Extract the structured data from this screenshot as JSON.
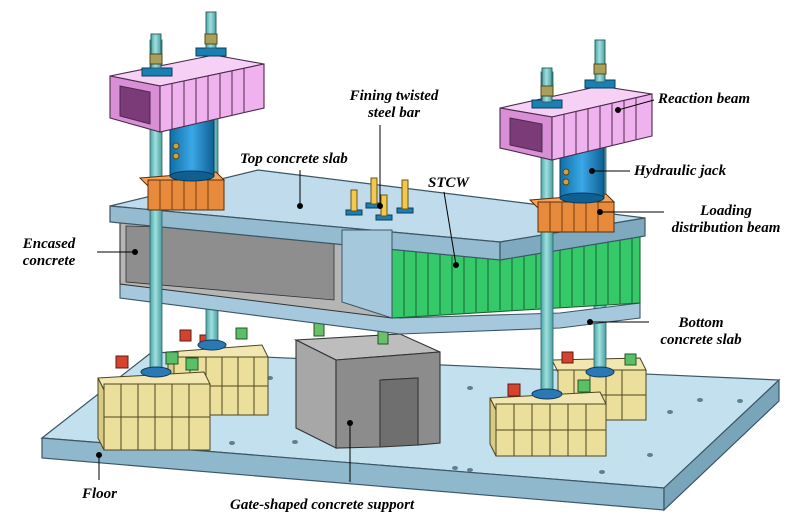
{
  "labels": {
    "fining_bar": [
      "Fining twisted",
      "steel bar"
    ],
    "reaction_beam": "Reaction beam",
    "top_slab": "Top concrete slab",
    "hydraulic_jack": "Hydraulic jack",
    "stcw": "STCW",
    "loading_beam": [
      "Loading",
      "distribution beam"
    ],
    "encased_concrete": [
      "Encased",
      "concrete"
    ],
    "bottom_slab": [
      "Bottom",
      "concrete slab"
    ],
    "floor": "Floor",
    "gate_support": "Gate-shaped concrete support"
  },
  "colors": {
    "floor": "#a9cde0",
    "slab": "#a6c8dd",
    "encased": "#9c9c9c",
    "stcw": "#36c96a",
    "reaction_beam": "#efb2ee",
    "jack": "#1f88c8",
    "distribution_beam": "#e78a3c",
    "rod": "#7fc9c9",
    "anchor_frame": "#ecdf9c",
    "gate_support": "#909090"
  }
}
